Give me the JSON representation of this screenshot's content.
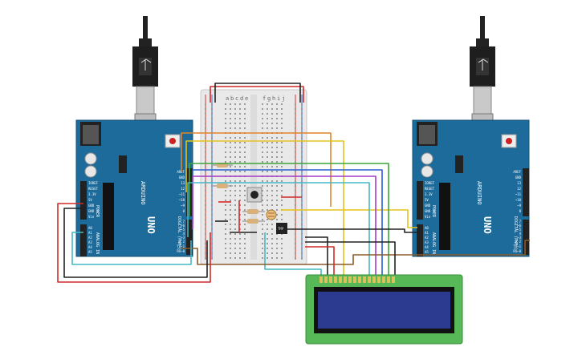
{
  "canvas": {
    "background": "#ffffff"
  },
  "arduino_left": {
    "brand_label": "ARDUINO",
    "model_label": "UNO",
    "power_label": "POWER",
    "analog_label": "ANALOG IN",
    "digital_label": "DIGITAL (PWM~)",
    "power_pins": [
      "IOREF",
      "RESET",
      "3.3V",
      "5V",
      "GND",
      "GND",
      "Vin"
    ],
    "analog_pins": [
      "A0",
      "A1",
      "A2",
      "A3",
      "A4",
      "A5"
    ],
    "digital_top_pins": [
      "AREF",
      "GND",
      "13",
      "12",
      "~11",
      "~10",
      "~9",
      "8"
    ],
    "digital_bottom_pins": [
      "7",
      "~6",
      "~5",
      "4",
      "~3",
      "2",
      "TX→1",
      "RX←0"
    ]
  },
  "arduino_right": {
    "brand_label": "ARDUINO",
    "model_label": "UNO",
    "power_label": "POWER",
    "analog_label": "ANALOG IN",
    "digital_label": "DIGITAL (PWM~)",
    "power_pins": [
      "IOREF",
      "RESET",
      "3.3V",
      "5V",
      "GND",
      "GND",
      "Vin"
    ],
    "analog_pins": [
      "A0",
      "A1",
      "A2",
      "A3",
      "A4",
      "A5"
    ],
    "digital_top_pins": [
      "AREF",
      "GND",
      "13",
      "12",
      "~11",
      "~10",
      "~9",
      "8"
    ],
    "digital_bottom_pins": [
      "7",
      "~6",
      "~5",
      "4",
      "~3",
      "2",
      "TX→1",
      "RX←0"
    ]
  },
  "breadboard": {
    "column_labels_left": [
      "a",
      "b",
      "c",
      "d",
      "e"
    ],
    "column_labels_right": [
      "f",
      "g",
      "h",
      "i",
      "j"
    ]
  },
  "sensor": {
    "label": "TMP"
  },
  "colors": {
    "board_blue": "#1d6b9b",
    "wire_red": "#d12a2a",
    "wire_black": "#222222",
    "wire_orange": "#e0862a",
    "wire_yellow": "#e6c21a",
    "wire_green": "#3aa63a",
    "wire_blue": "#2b5fd0",
    "wire_purple": "#a33bc6",
    "wire_cyan": "#43b8c8",
    "wire_brown": "#8a5a2b",
    "lcd_pcb": "#57b857",
    "lcd_screen": "#2c3a8f"
  }
}
